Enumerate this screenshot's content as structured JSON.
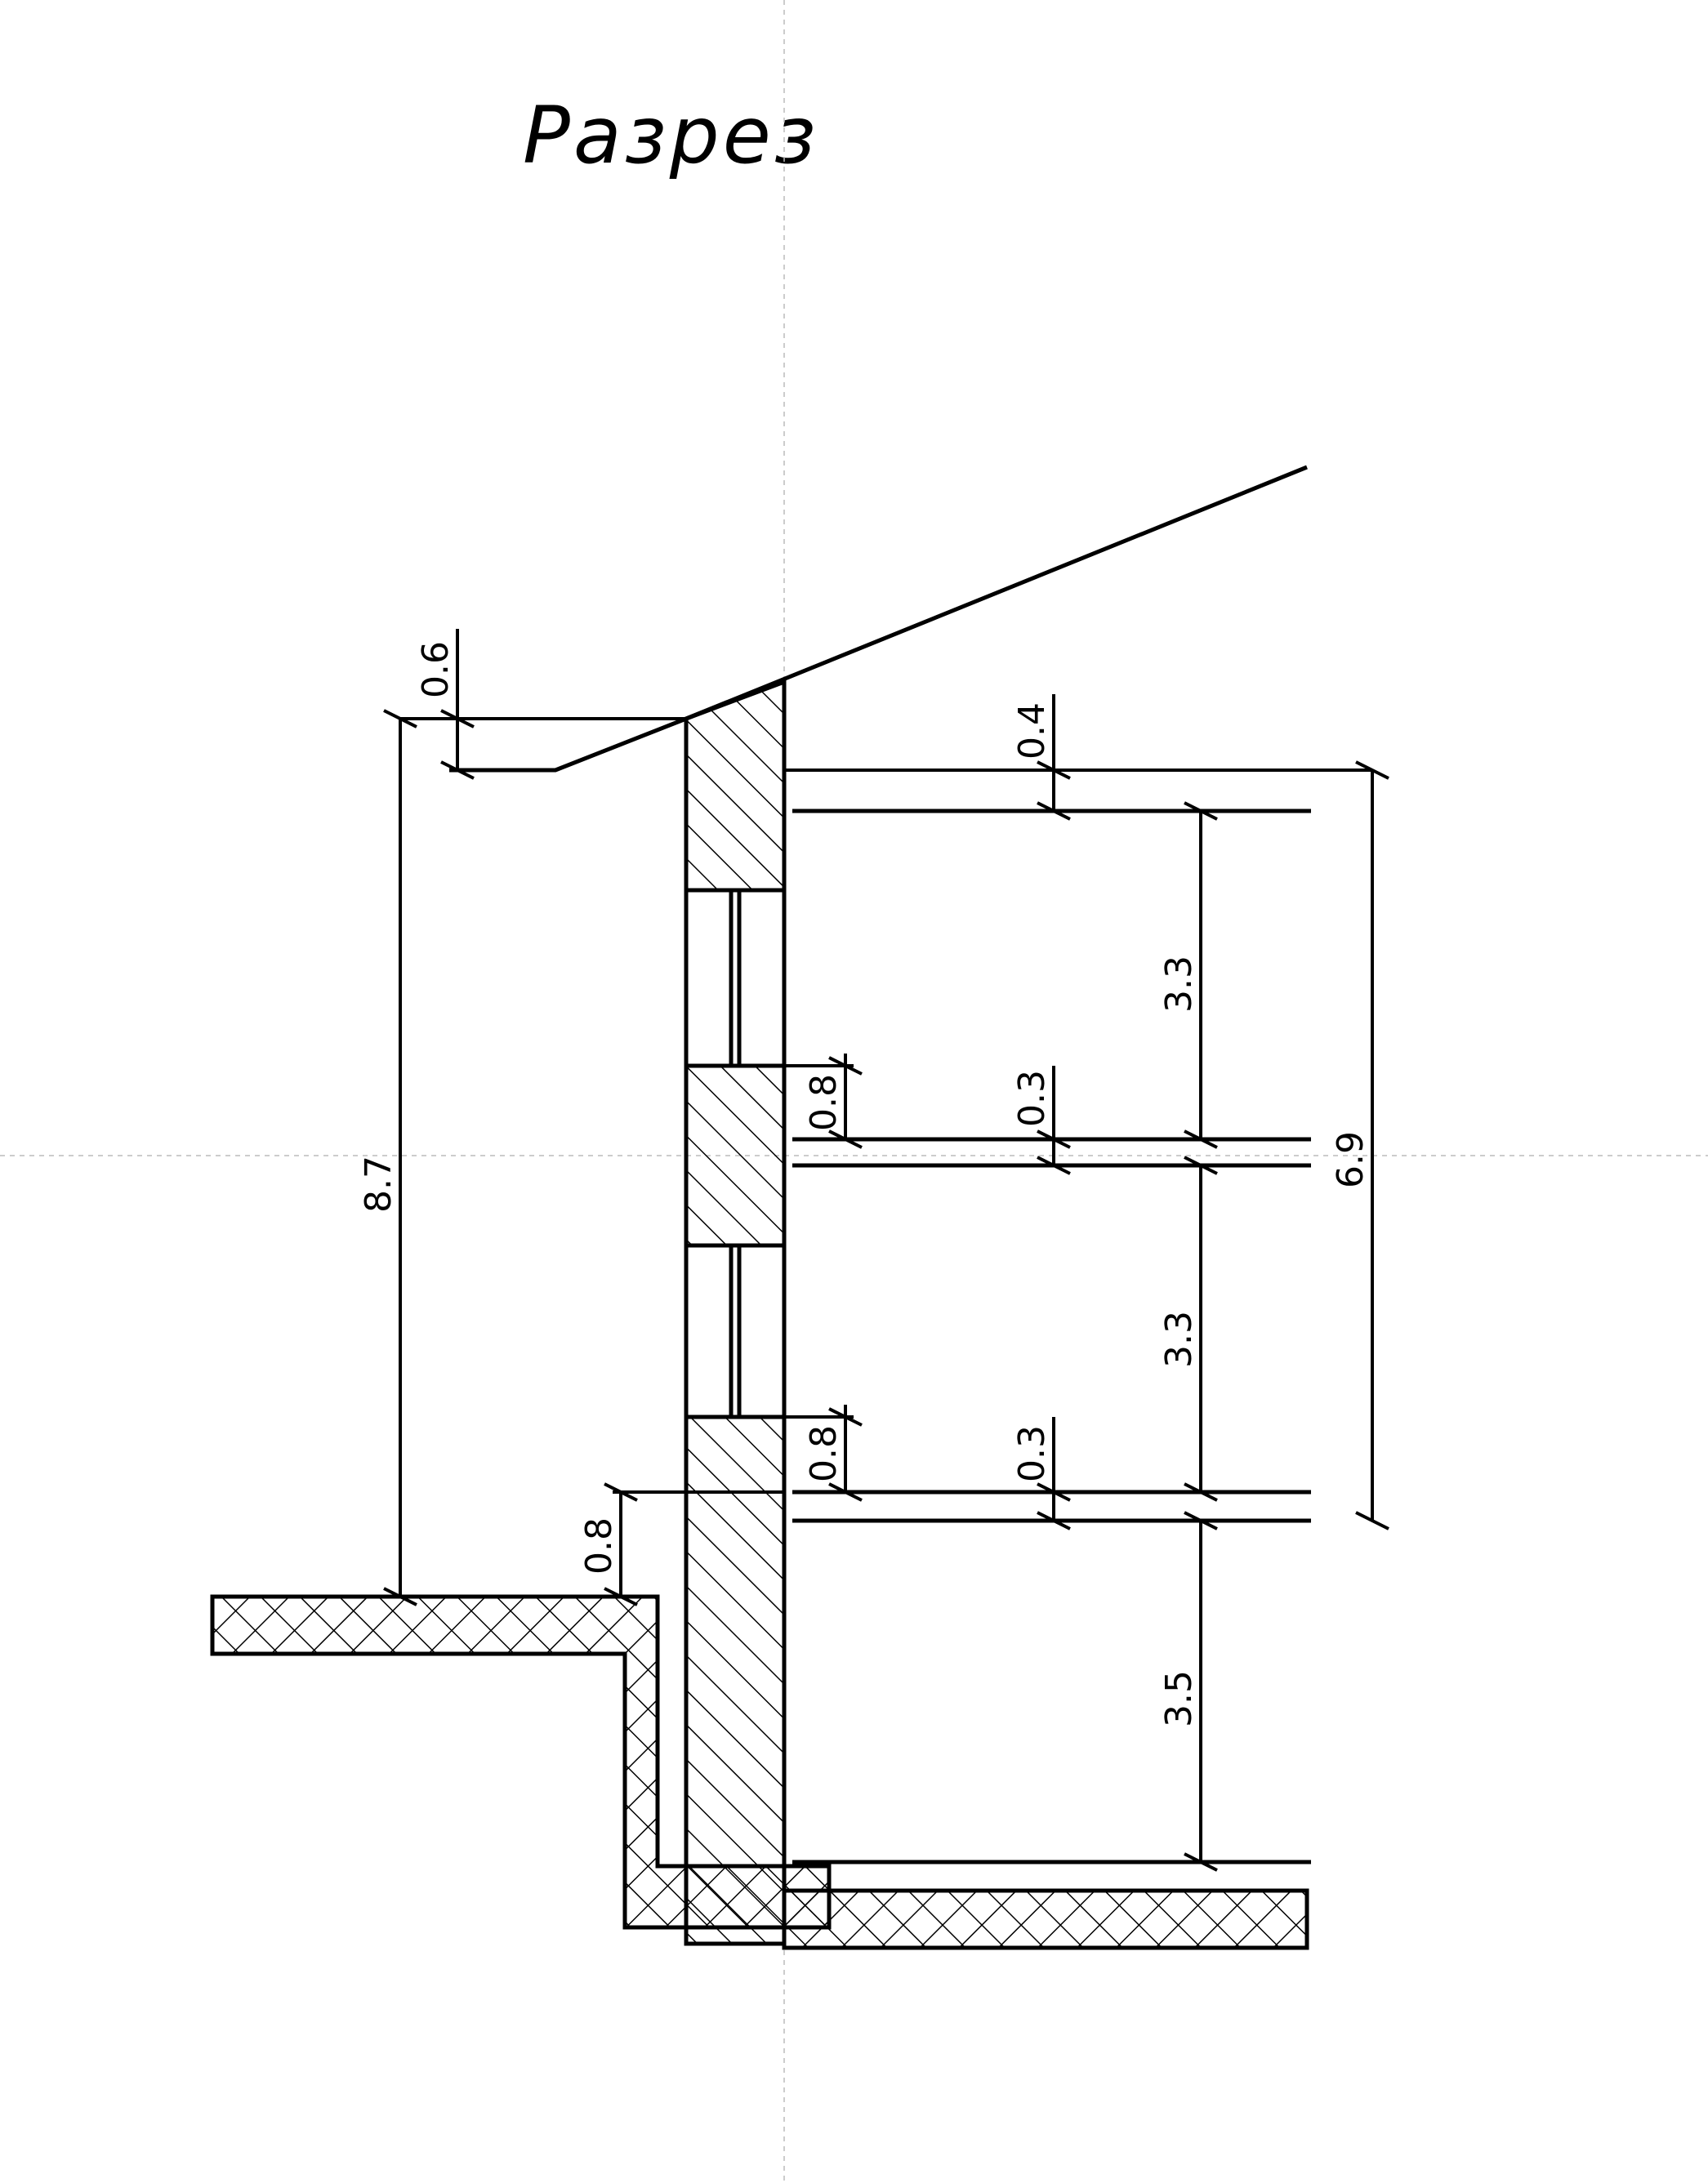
{
  "title": "Разрез",
  "dimensions": {
    "total_height": "8.7",
    "parapet": "0.6",
    "roof_slab": "0.4",
    "floor_3": "3.3",
    "floor_2": "3.3",
    "floor_1": "3.5",
    "slab_1": "0.3",
    "slab_2": "0.3",
    "window_sill_1": "0.8",
    "window_sill_2": "0.8",
    "plinth": "0.8",
    "upper_floors_total": "6.9"
  }
}
